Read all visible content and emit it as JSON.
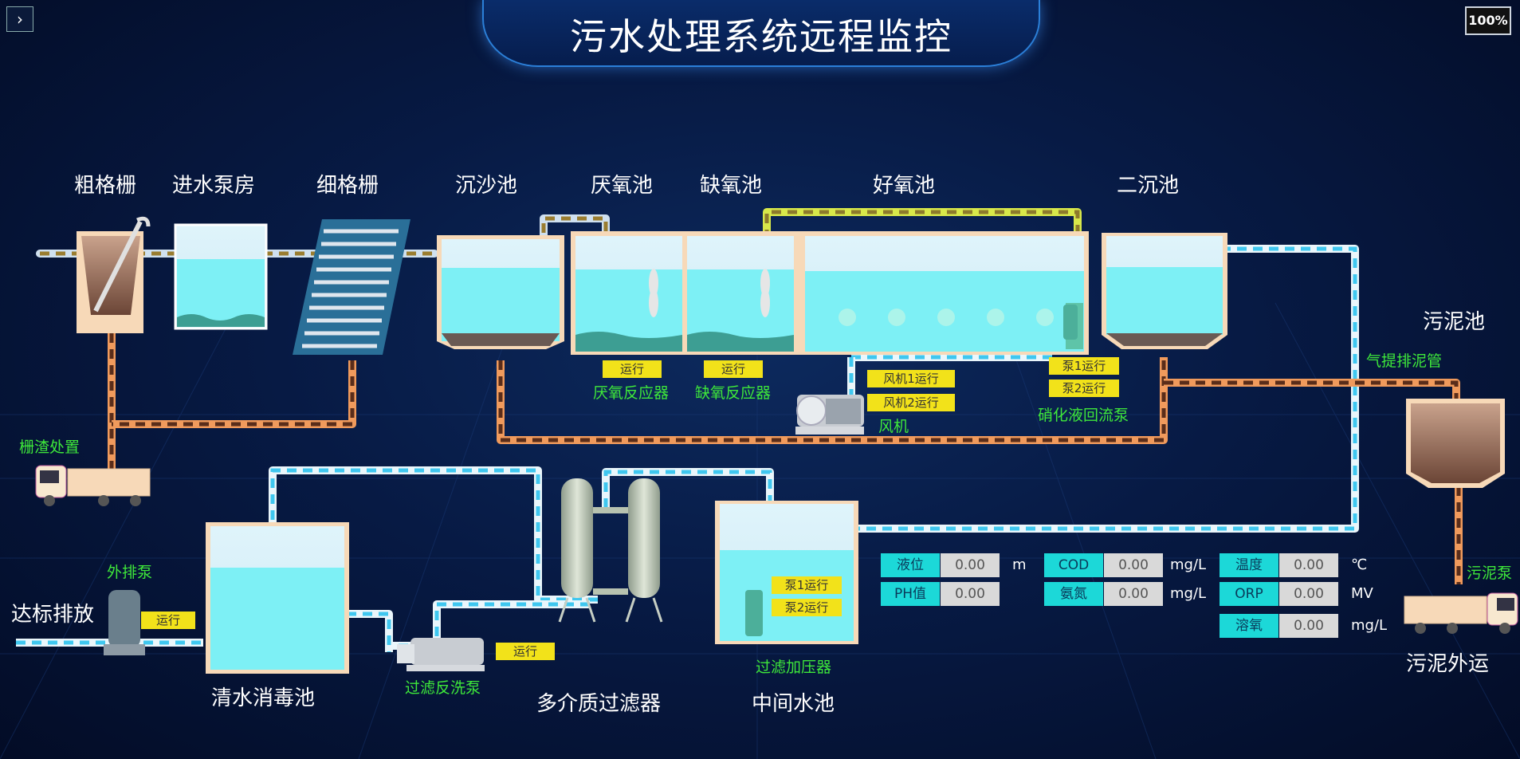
{
  "app": {
    "title": "污水处理系统远程监控",
    "zoom": "100%",
    "toggle_icon": "chevron-right-icon"
  },
  "stages": {
    "coarse_screen": "粗格栅",
    "inlet_pump_house": "进水泵房",
    "fine_screen": "细格栅",
    "grit_tank": "沉沙池",
    "anaerobic_tank": "厌氧池",
    "anoxic_tank": "缺氧池",
    "aerobic_tank": "好氧池",
    "secondary_clarifier": "二沉池",
    "sludge_tank": "污泥池",
    "clear_water_tank": "清水消毒池",
    "multimedia_filter": "多介质过滤器",
    "middle_tank": "中间水池"
  },
  "equipment": {
    "anaerobic_reactor": {
      "label": "厌氧反应器",
      "status": "运行"
    },
    "anoxic_reactor": {
      "label": "缺氧反应器",
      "status": "运行"
    },
    "blower": {
      "label": "风机",
      "status_1": "风机1运行",
      "status_2": "风机2运行"
    },
    "nitrification_pump": {
      "label": "硝化液回流泵",
      "status_1": "泵1运行",
      "status_2": "泵2运行"
    },
    "airlift_pipe": {
      "label": "气提排泥管"
    },
    "screen_disposal": {
      "label": "栅渣处置"
    },
    "discharge_pump": {
      "label": "外排泵",
      "status": "运行"
    },
    "compliant_discharge": {
      "label": "达标排放"
    },
    "backwash_pump": {
      "label": "过滤反洗泵",
      "status": "运行"
    },
    "filter_booster": {
      "label": "过滤加压器",
      "status_1": "泵1运行",
      "status_2": "泵2运行"
    },
    "sludge_pump": {
      "label": "污泥泵"
    },
    "sludge_transport": {
      "label": "污泥外运"
    }
  },
  "metrics": [
    {
      "name": "液位",
      "value": "0.00",
      "unit": "m"
    },
    {
      "name": "PH值",
      "value": "0.00",
      "unit": ""
    },
    {
      "name": "COD",
      "value": "0.00",
      "unit": "mg/L"
    },
    {
      "name": "氨氮",
      "value": "0.00",
      "unit": "mg/L"
    },
    {
      "name": "温度",
      "value": "0.00",
      "unit": "℃"
    },
    {
      "name": "ORP",
      "value": "0.00",
      "unit": "MV"
    },
    {
      "name": "溶氧",
      "value": "0.00",
      "unit": "mg/L"
    }
  ],
  "colors": {
    "water": "#7df0f5",
    "water_light": "#cdeef5",
    "tank_wall": "#f5dcc0",
    "sludge_pipe": "#e8723a",
    "clean_pipe": "#3fc7ef",
    "mixed_pipe": "#c8c848",
    "status_badge": "#f2e21a",
    "green_label": "#3ee83a"
  }
}
